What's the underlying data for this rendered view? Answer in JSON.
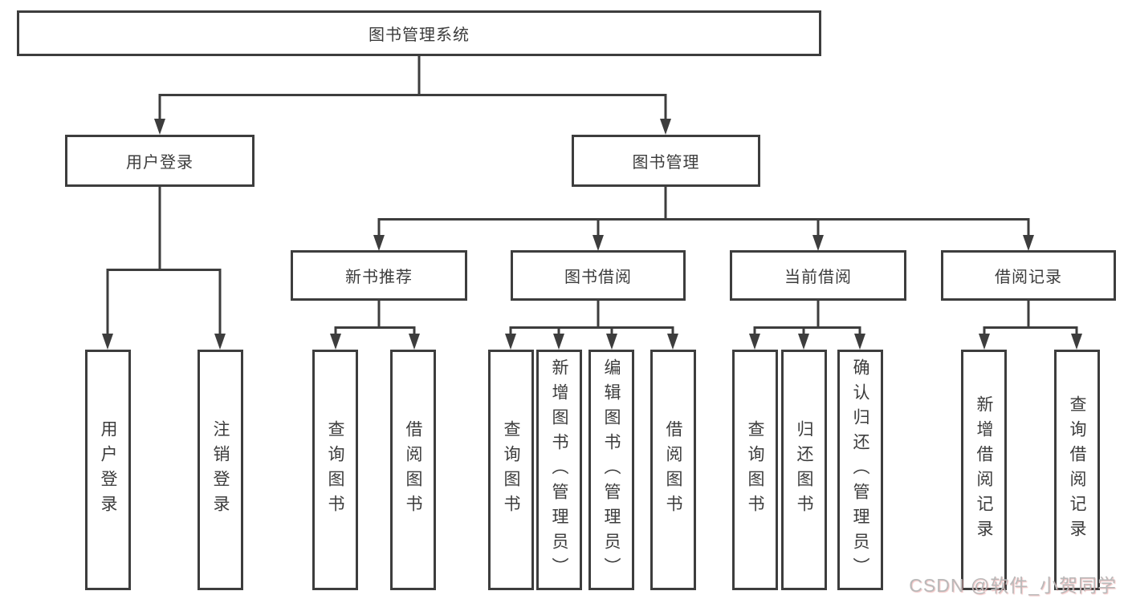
{
  "diagram": {
    "root": {
      "label": "图书管理系统"
    },
    "level2": [
      {
        "label": "用户登录"
      },
      {
        "label": "图书管理"
      }
    ],
    "level3": [
      {
        "label": "新书推荐"
      },
      {
        "label": "图书借阅"
      },
      {
        "label": "当前借阅"
      },
      {
        "label": "借阅记录"
      }
    ],
    "leaves": [
      {
        "label": "用户登录"
      },
      {
        "label": "注销登录"
      },
      {
        "label": "查询图书"
      },
      {
        "label": "借阅图书"
      },
      {
        "label": "查询图书"
      },
      {
        "label": "新增图书（管理员）"
      },
      {
        "label": "编辑图书（管理员）"
      },
      {
        "label": "借阅图书"
      },
      {
        "label": "查询图书"
      },
      {
        "label": "归还图书"
      },
      {
        "label": "确认归还（管理员）"
      },
      {
        "label": "新增借阅记录"
      },
      {
        "label": "查询借阅记录"
      }
    ]
  },
  "watermark": {
    "text": "CSDN @软件_小贺同学"
  },
  "colors": {
    "line": "#3d3d3d",
    "text": "#3c3c3c",
    "watermark": "#b9b9b9"
  }
}
